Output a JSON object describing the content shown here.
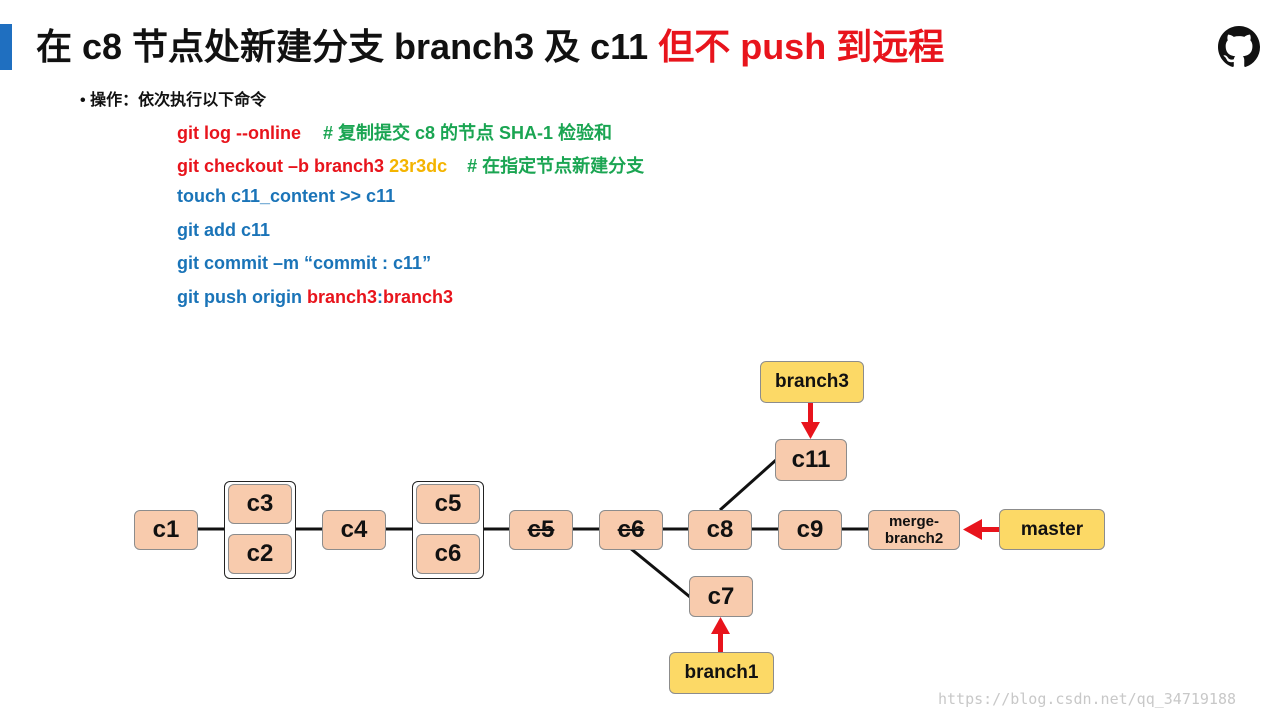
{
  "slide": {
    "title_main": "在 c8 节点处新建分支 branch3 及 c11",
    "title_highlight": "但不 push 到远程",
    "accent_color": "#1f6fc0",
    "highlight_color": "#e8141c",
    "icon": "github-icon"
  },
  "bullet": {
    "marker": "•",
    "text": "操作：依次执行以下命令"
  },
  "commands": {
    "line1": {
      "cmd": "git log --online",
      "comment": "# 复制提交 c8 的节点 SHA-1 检验和"
    },
    "line2": {
      "cmd": "git checkout –b branch3",
      "sha": "23r3dc",
      "comment": "# 在指定节点新建分支"
    },
    "line3": {
      "cmd": "touch c11_content >> c11"
    },
    "line4": {
      "cmd": "git add c11"
    },
    "line5": {
      "cmd": "git commit –m  “commit : c11”"
    },
    "line6": {
      "cmd": "git push origin",
      "src": "branch3",
      "sep": ":",
      "dst": "branch3"
    }
  },
  "graph": {
    "nodes": {
      "c1": "c1",
      "c3": "c3",
      "c2": "c2",
      "c4": "c4",
      "c5a": "c5",
      "c6a": "c6",
      "c5b": "c5",
      "c6b": "c6",
      "c8": "c8",
      "c9": "c9",
      "merge": "merge-\nbranch2",
      "c11": "c11",
      "c7": "c7"
    },
    "branches": {
      "branch3": "branch3",
      "master": "master",
      "branch1": "branch1"
    },
    "node_color": "#f8cbad",
    "branch_color": "#fcd966",
    "arrow_color": "#e8141c"
  },
  "watermark": "https://blog.csdn.net/qq_34719188"
}
